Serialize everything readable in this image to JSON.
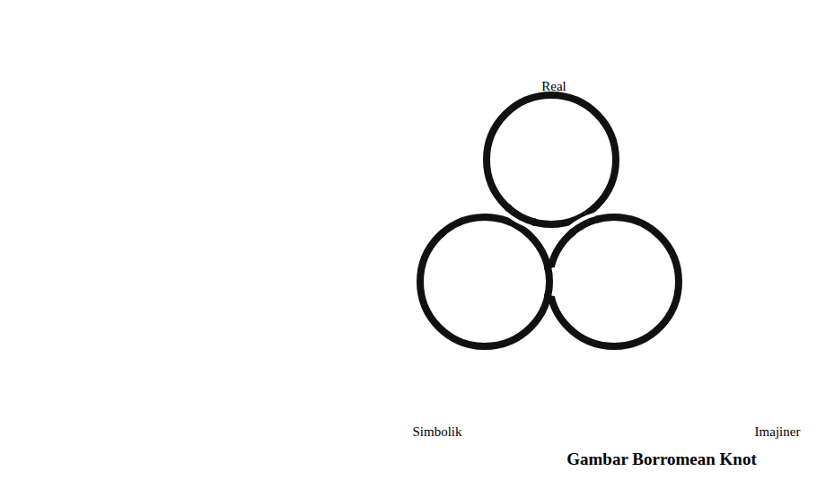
{
  "diagram": {
    "caption": "Gambar Borromean Knot",
    "labels": [
      "Real",
      "Simbolik",
      "Imajiner"
    ]
  }
}
